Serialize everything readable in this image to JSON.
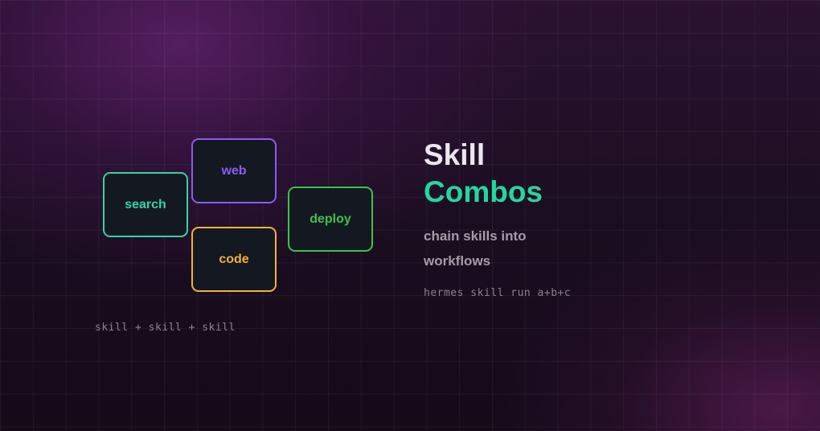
{
  "diagram": {
    "blocks": [
      {
        "id": "search",
        "label": "search",
        "color": "#2fd6a6"
      },
      {
        "id": "web",
        "label": "web",
        "color": "#8a5cf0"
      },
      {
        "id": "deploy",
        "label": "deploy",
        "color": "#3cc24a"
      },
      {
        "id": "code",
        "label": "code",
        "color": "#f2b236"
      }
    ],
    "formula": "skill + skill + skill"
  },
  "heading": {
    "line1": "Skill",
    "line2": "Combos",
    "line2_color": "#24d6a0"
  },
  "subtitle": "chain skills into workflows",
  "command": "hermes skill run a+b+c"
}
